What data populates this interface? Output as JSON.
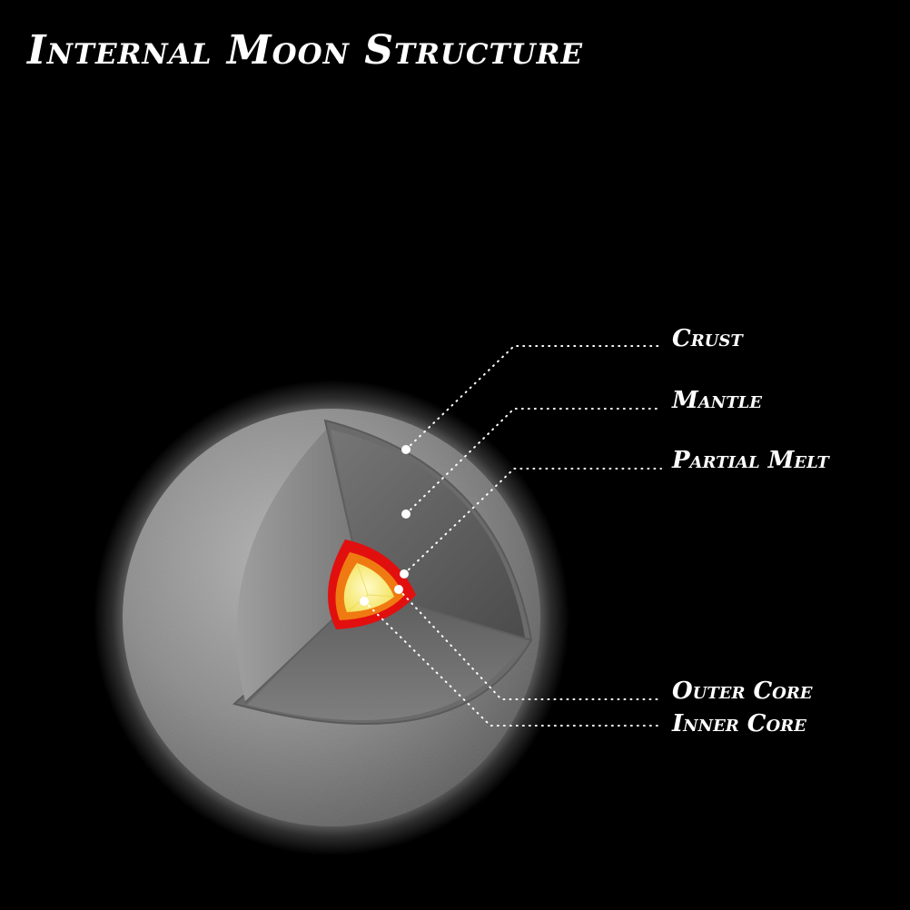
{
  "title": "Internal Moon Structure",
  "layers": [
    {
      "id": "crust",
      "label": "Crust"
    },
    {
      "id": "mantle",
      "label": "Mantle"
    },
    {
      "id": "partial_melt",
      "label": "Partial Melt"
    },
    {
      "id": "outer_core",
      "label": "Outer Core"
    },
    {
      "id": "inner_core",
      "label": "Inner Core"
    }
  ],
  "colors": {
    "background": "#000000",
    "moon_surface": "#8a8a8a",
    "crust": "#6e6e6e",
    "mantle": "#8f8f8f",
    "partial_melt": "#e20f0f",
    "outer_core": "#f07a12",
    "inner_core": "#f8ee80",
    "leader": "#ffffff"
  }
}
